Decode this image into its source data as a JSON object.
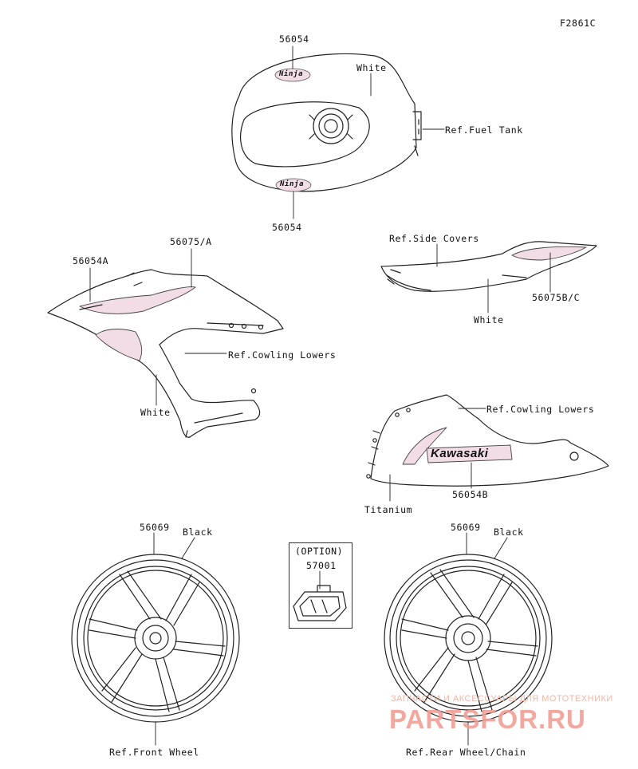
{
  "figure_code": "F2861C",
  "tank": {
    "part_top": "56054",
    "part_bottom": "56054",
    "color": "White",
    "ref": "Ref.Fuel Tank",
    "logo_text": "Ninja"
  },
  "side_cover": {
    "ref": "Ref.Side Covers",
    "part": "56075B/C",
    "color": "White"
  },
  "cowling_upper": {
    "part_a": "56054A",
    "part_b": "56075/A",
    "ref": "Ref.Cowling Lowers",
    "color": "White"
  },
  "cowling_lower": {
    "ref": "Ref.Cowling Lowers",
    "part": "56054B",
    "color": "Titanium",
    "logo_text": "Kawasaki"
  },
  "front_wheel": {
    "part": "56069",
    "color": "Black",
    "ref": "Ref.Front Wheel"
  },
  "option": {
    "header": "(OPTION)",
    "part": "57001"
  },
  "rear_wheel": {
    "part": "56069",
    "color": "Black",
    "ref": "Ref.Rear Wheel/Chain"
  },
  "watermark": {
    "line1": "ЗАПЧАСТИ И АКСЕССУАРЫ ДЛЯ МОТОТЕХНИКИ",
    "line2": "PARTSFOR.RU"
  }
}
